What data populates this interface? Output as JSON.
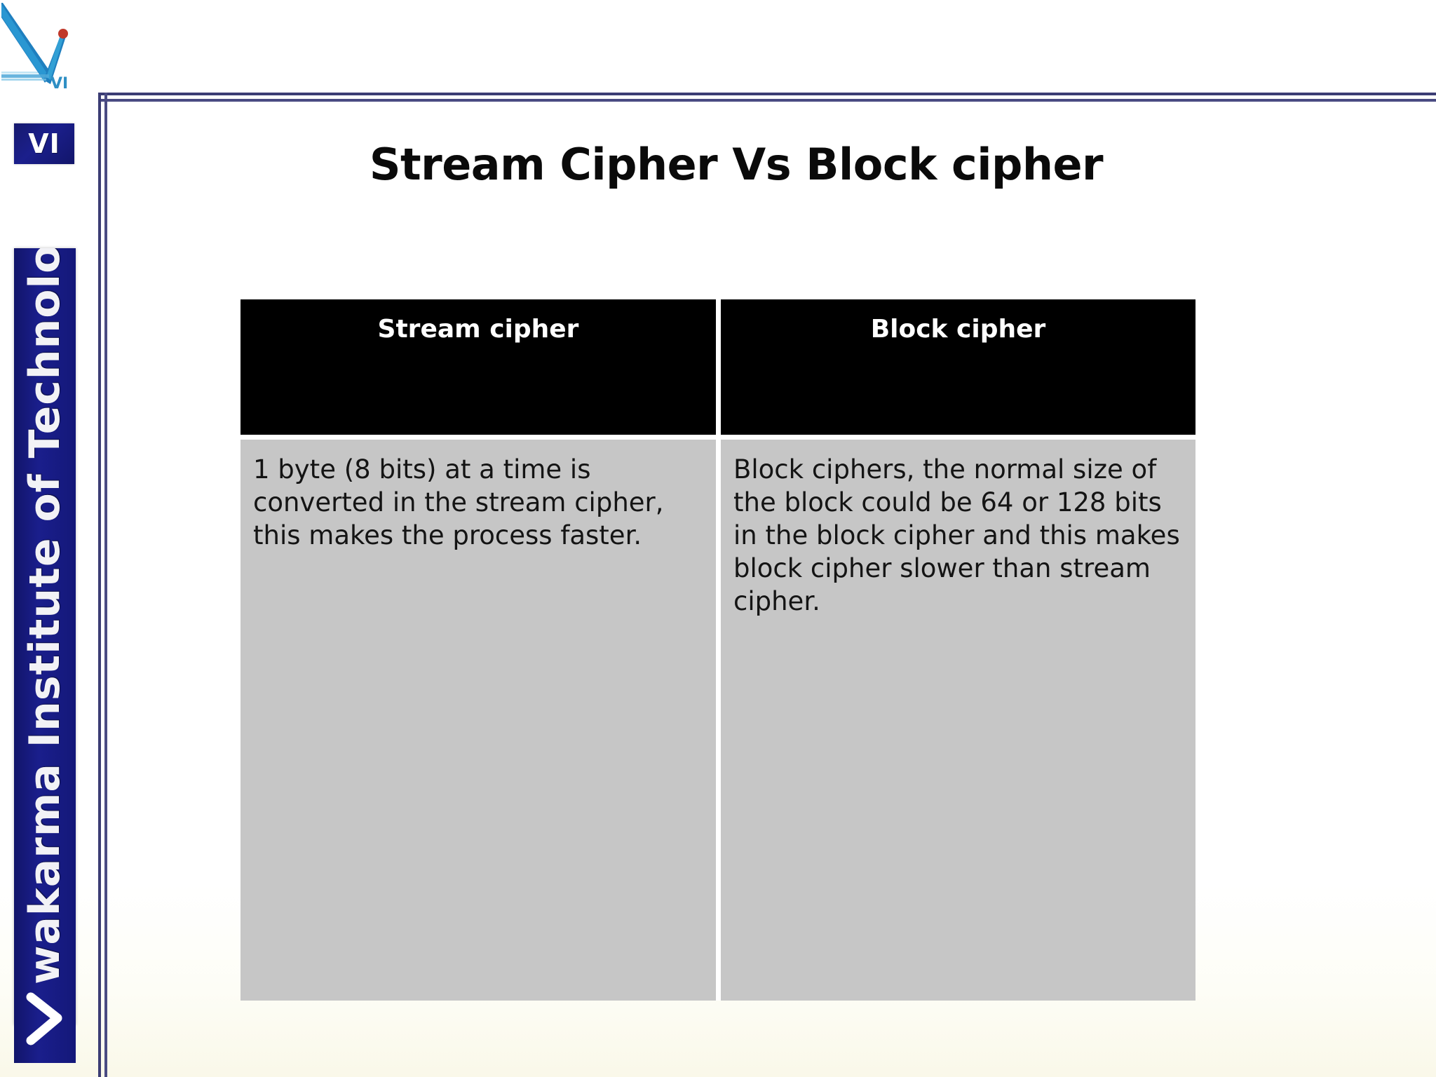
{
  "slide": {
    "title": "Stream Cipher Vs Block cipher",
    "background_color": "#ffffff",
    "frame_color": "#3b3c74"
  },
  "branding": {
    "logo_icon": "vit-bird-v-logo-icon",
    "badge_label": "VI",
    "vertical_text": "Vishwakarma  Institute  of  Technology",
    "bar_color": "#1a1e8c",
    "badge_color": "#171a6e"
  },
  "table": {
    "header_background": "#000000",
    "header_text_color": "#ffffff",
    "body_background": "#c6c6c6",
    "body_text_color": "#141414",
    "columns": [
      {
        "header": "Stream cipher",
        "cell": "1 byte (8 bits) at a time is converted in the stream cipher, this makes the process faster."
      },
      {
        "header": "Block cipher",
        "cell": "Block ciphers, the normal size of the block could be 64 or 128 bits in the block cipher and this makes block cipher slower than stream cipher."
      }
    ]
  }
}
